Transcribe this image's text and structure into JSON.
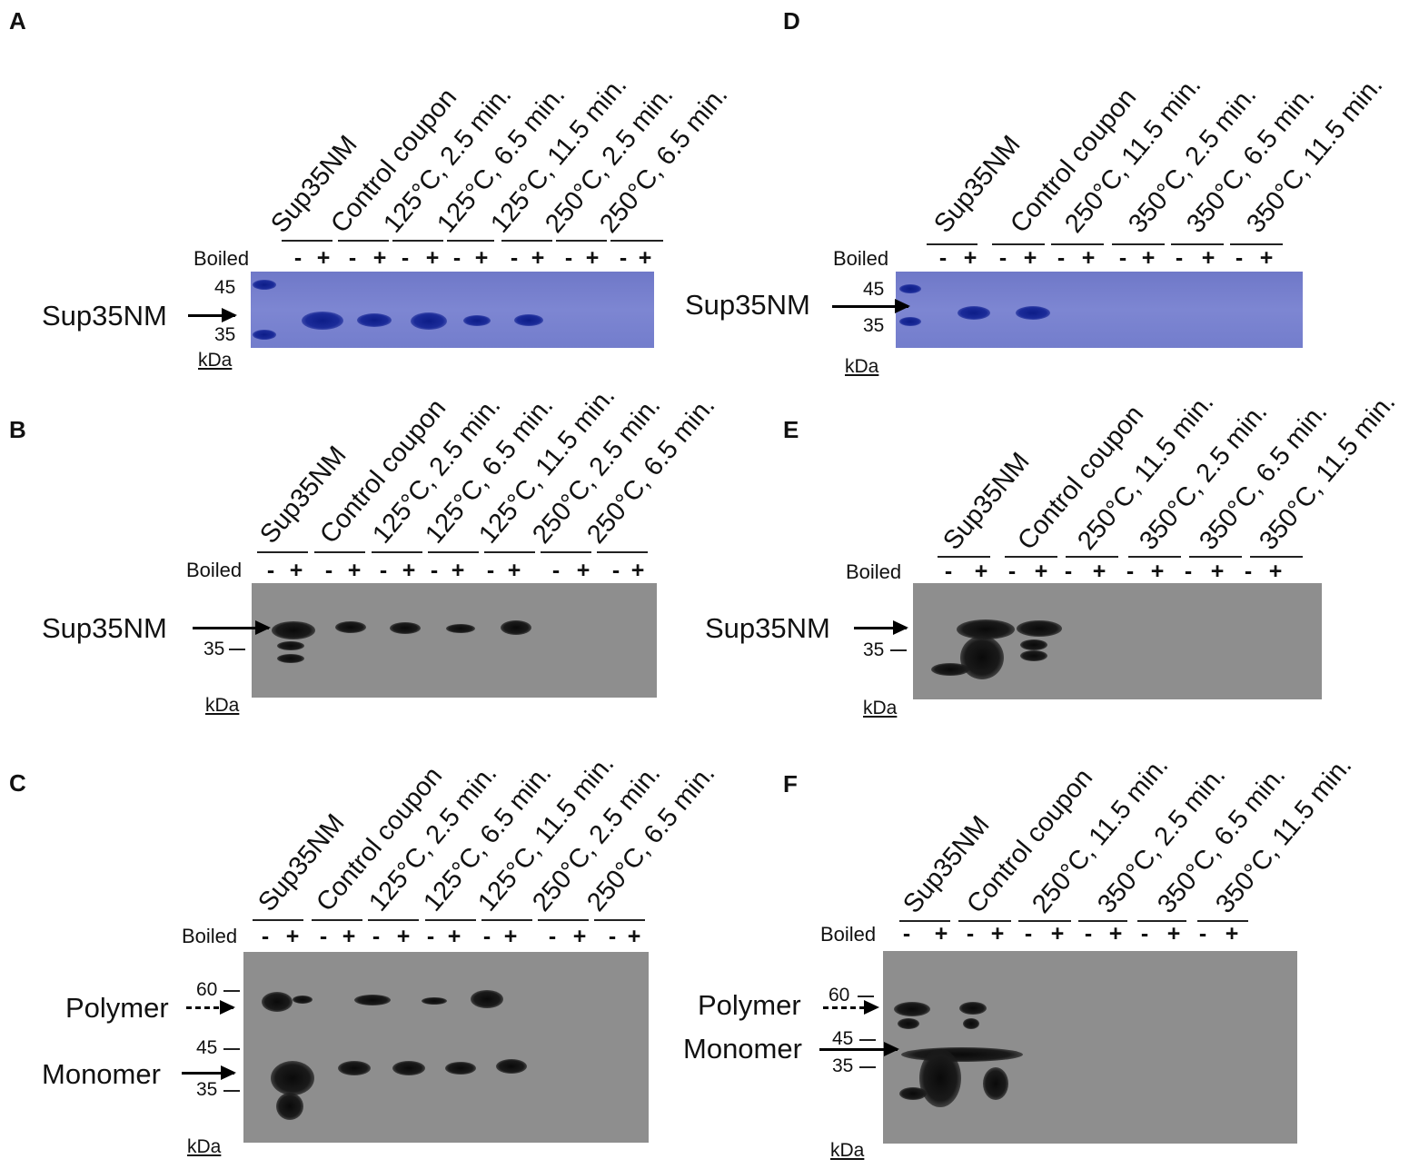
{
  "panels": {
    "A": {
      "letter": "A",
      "boiled": "Boiled",
      "side": "Sup35NM",
      "mw_top": "45",
      "mw_bottom": "35",
      "kda": "kDa"
    },
    "B": {
      "letter": "B",
      "boiled": "Boiled",
      "side": "Sup35NM",
      "mw": "35",
      "kda": "kDa"
    },
    "C": {
      "letter": "C",
      "boiled": "Boiled",
      "polymer": "Polymer",
      "monomer": "Monomer",
      "mw_60": "60",
      "mw_45": "45",
      "mw_35": "35",
      "kda": "kDa"
    },
    "D": {
      "letter": "D",
      "boiled": "Boiled",
      "side": "Sup35NM",
      "mw_top": "45",
      "mw_bottom": "35",
      "kda": "kDa"
    },
    "E": {
      "letter": "E",
      "boiled": "Boiled",
      "side": "Sup35NM",
      "mw": "35",
      "kda": "kDa"
    },
    "F": {
      "letter": "F",
      "boiled": "Boiled",
      "polymer": "Polymer",
      "monomer": "Monomer",
      "mw_60": "60",
      "mw_45": "45",
      "mw_35": "35",
      "kda": "kDa"
    }
  },
  "lanes_left": [
    "Sup35NM",
    "Control coupon",
    "125°C, 2.5 min.",
    "125°C, 6.5 min.",
    "125°C, 11.5 min.",
    "250°C, 2.5 min.",
    "250°C, 6.5 min."
  ],
  "lanes_right": [
    "Sup35NM",
    "Control coupon",
    "250°C, 11.5 min.",
    "350°C, 2.5 min.",
    "350°C, 6.5 min.",
    "350°C, 11.5 min."
  ],
  "signs": {
    "minus": "-",
    "plus": "+"
  },
  "colors": {
    "coomassie_gel": "#7780cc",
    "western_blot": "#8e8e8e",
    "band_blue": "#142494",
    "band_dark": "#111111"
  }
}
